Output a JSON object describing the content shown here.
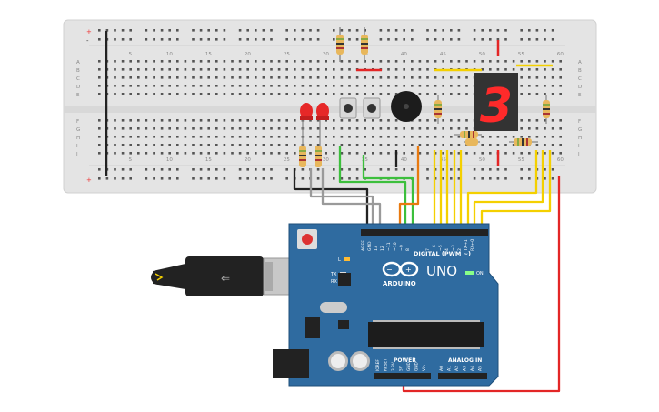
{
  "breadboard": {
    "column_numbers": [
      "5",
      "10",
      "15",
      "20",
      "25",
      "30",
      "35",
      "40",
      "45",
      "50",
      "55",
      "60"
    ],
    "row_letters_top": [
      "A",
      "B",
      "C",
      "D",
      "E"
    ],
    "row_letters_bottom": [
      "F",
      "G",
      "H",
      "I",
      "J"
    ],
    "rail_plus": "+",
    "rail_minus": "-"
  },
  "display": {
    "digit": "3",
    "color": "#ff2a2a"
  },
  "arduino": {
    "brand": "ARDUINO",
    "model": "UNO",
    "digital_label": "DIGITAL (PWM ~)",
    "analog_label": "ANALOG IN",
    "power_label": "POWER",
    "on_label": "ON",
    "tx_label": "TX",
    "rx_label": "RX",
    "l_label": "L",
    "top_pins": [
      "AREF",
      "GND",
      "13",
      "12",
      "~11",
      "~10",
      "~9",
      "8",
      "7",
      "~6",
      "~5",
      "4",
      "~3",
      "2",
      "TX→1",
      "RX←0"
    ],
    "power_pins": [
      "IOREF",
      "RESET",
      "3.3V",
      "5V",
      "GND",
      "GND",
      "Vin"
    ],
    "analog_pins": [
      "A0",
      "A1",
      "A2",
      "A3",
      "A4",
      "A5"
    ],
    "board_color": "#2f6ba0"
  },
  "colors": {
    "breadboard": "#e6e6e6",
    "wire_black": "#222222",
    "wire_gray": "#9a9a9a",
    "wire_green": "#3cbf3c",
    "wire_orange": "#e87a10",
    "wire_yellow": "#f4d000",
    "wire_red": "#e32626"
  }
}
